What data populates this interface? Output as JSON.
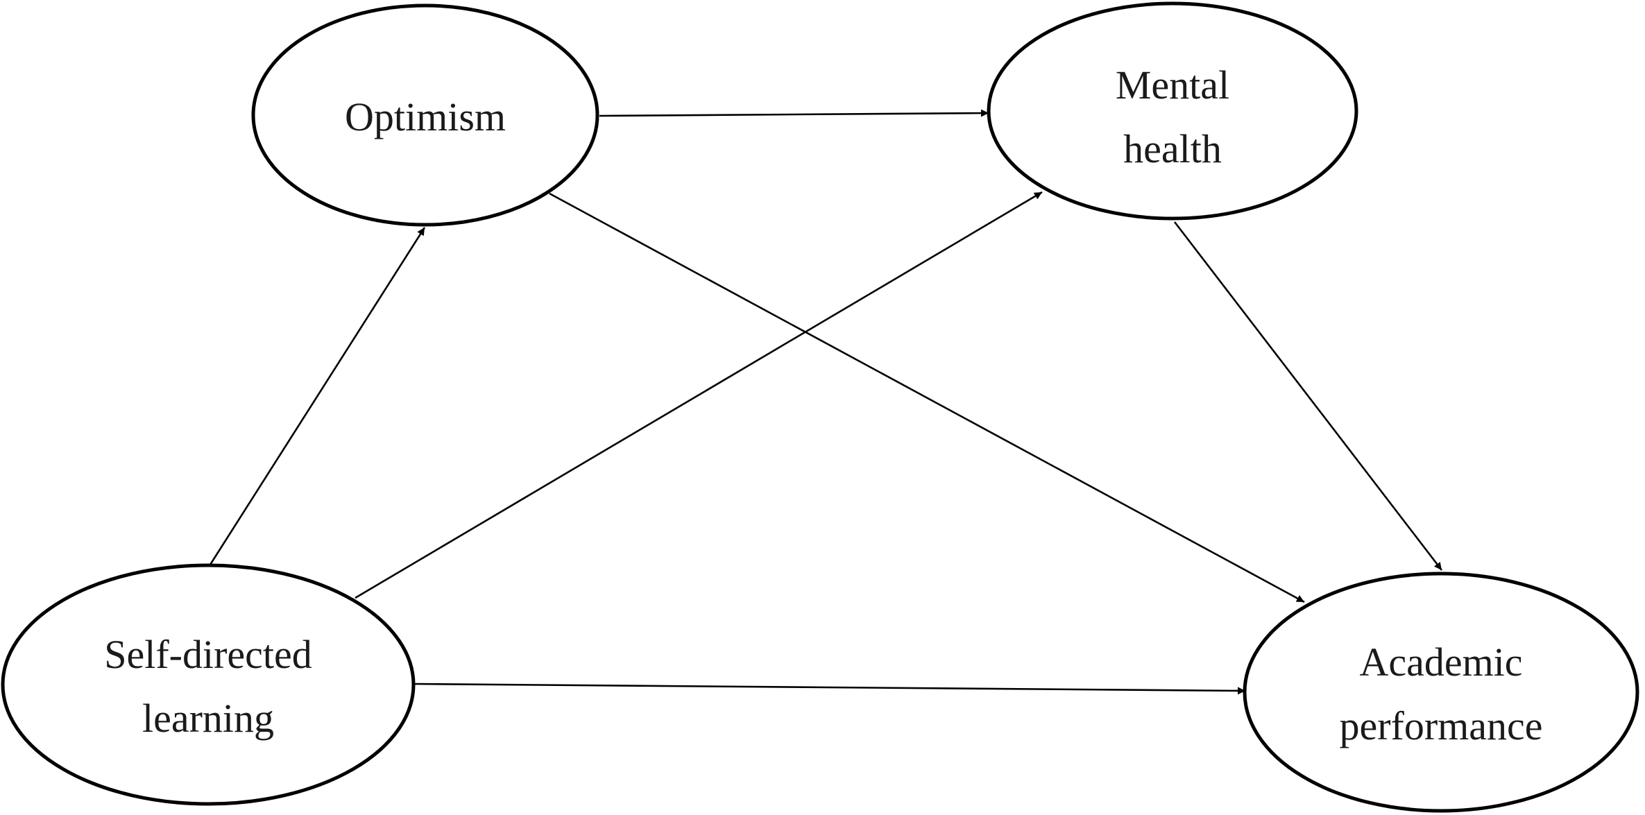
{
  "diagram": {
    "nodes": {
      "optimism": {
        "lines": [
          "Optimism"
        ]
      },
      "mental_health": {
        "lines": [
          "Mental",
          "health"
        ]
      },
      "self_directed_learning": {
        "lines": [
          "Self-directed",
          "learning"
        ]
      },
      "academic_performance": {
        "lines": [
          "Academic",
          "performance"
        ]
      }
    },
    "edges": [
      {
        "from": "optimism",
        "to": "mental_health"
      },
      {
        "from": "self_directed_learning",
        "to": "optimism"
      },
      {
        "from": "self_directed_learning",
        "to": "mental_health"
      },
      {
        "from": "optimism",
        "to": "academic_performance"
      },
      {
        "from": "mental_health",
        "to": "academic_performance"
      },
      {
        "from": "self_directed_learning",
        "to": "academic_performance"
      }
    ],
    "colors": {
      "stroke": "#000000",
      "text": "#1a1a1a",
      "background": "#ffffff"
    }
  }
}
